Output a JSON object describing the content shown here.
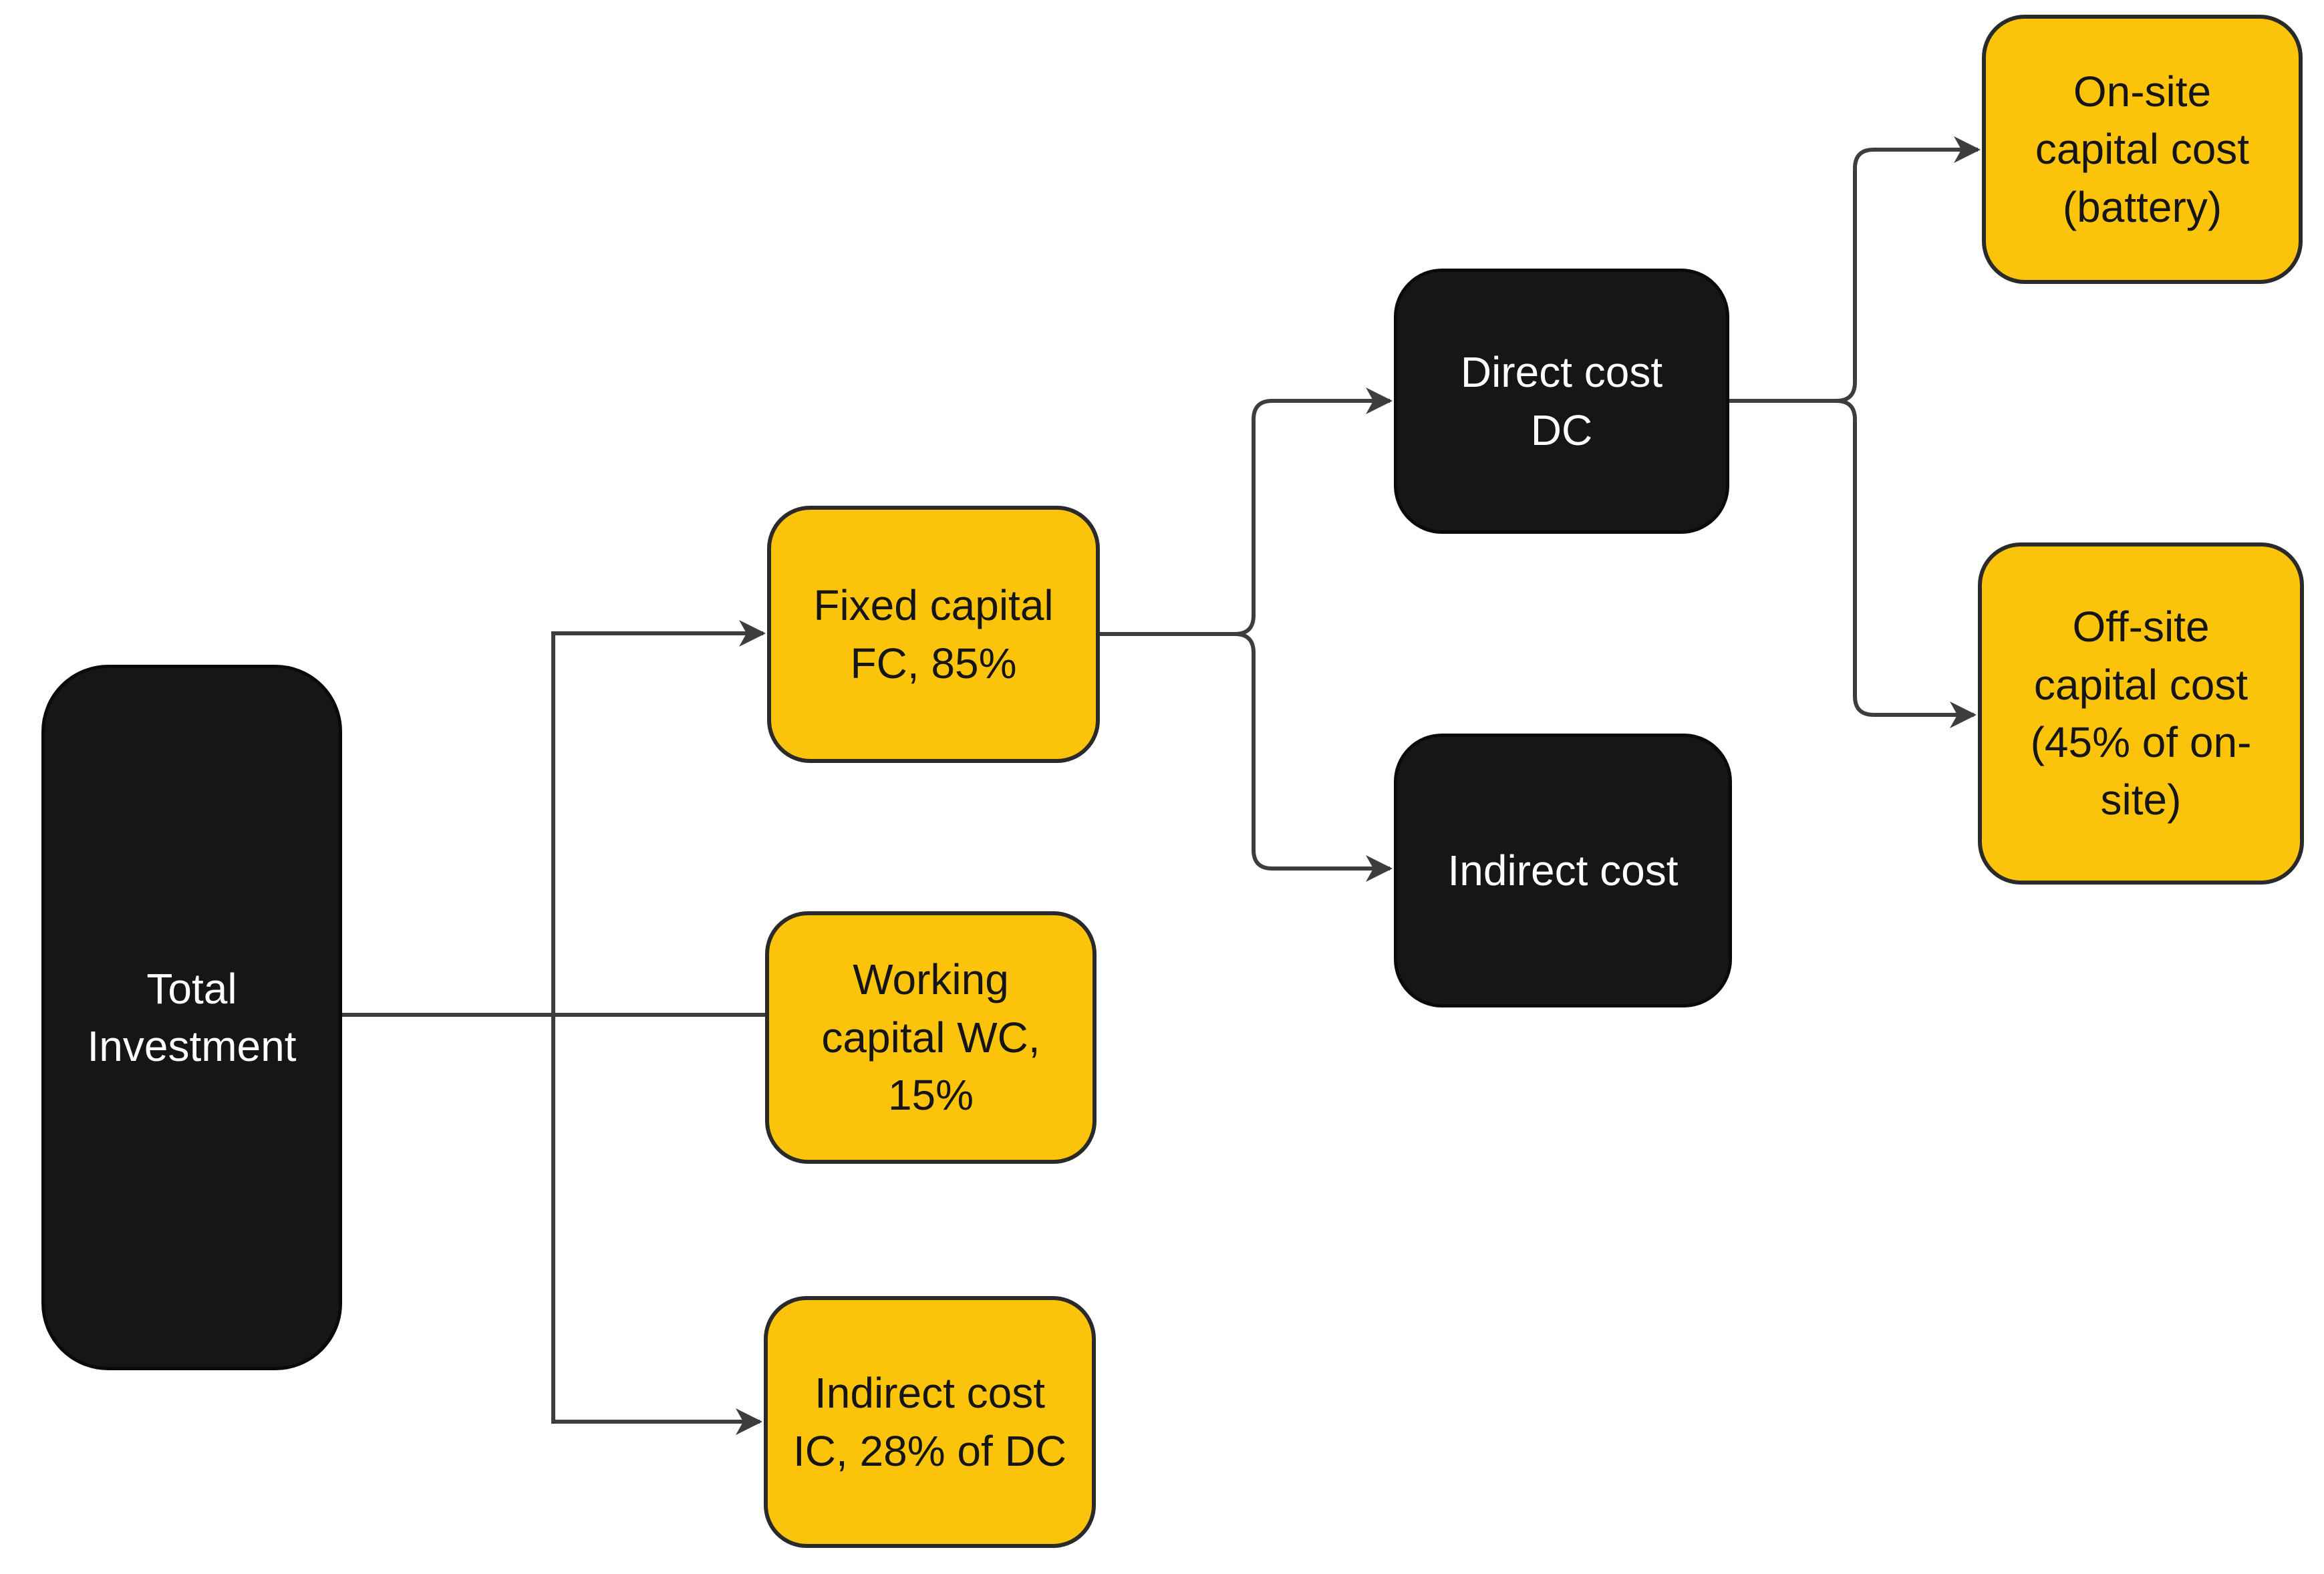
{
  "figure": {
    "type": "flowchart",
    "background": "#ffffff",
    "colors": {
      "node_yellow_fill": "#fcc30b",
      "node_yellow_border": "#2a2a2a",
      "node_black_fill": "#161616",
      "node_black_border": "#0a0a0a",
      "text_on_yellow": "#151515",
      "text_on_black": "#ffffff",
      "connector": "#3d3d3d",
      "background": "#ffffff"
    },
    "nodes": [
      {
        "id": "total-investment",
        "label": "Total\nInvestment",
        "style": "black"
      },
      {
        "id": "fixed-capital",
        "label": "Fixed capital\nFC, 85%",
        "style": "yellow"
      },
      {
        "id": "working-capital",
        "label": "Working\ncapital WC,\n15%",
        "style": "yellow"
      },
      {
        "id": "indirect-cost-ic",
        "label": "Indirect cost\nIC, 28% of DC",
        "style": "yellow"
      },
      {
        "id": "direct-cost-dc",
        "label": "Direct cost\nDC",
        "style": "black"
      },
      {
        "id": "indirect-cost",
        "label": "Indirect cost",
        "style": "black"
      },
      {
        "id": "onsite-capital-cost",
        "label": "On-site\ncapital cost\n(battery)",
        "style": "yellow"
      },
      {
        "id": "offsite-capital-cost",
        "label": "Off-site\ncapital cost\n(45% of on-\nsite)",
        "style": "yellow"
      }
    ],
    "edges": [
      {
        "from": "total-investment",
        "to": "fixed-capital",
        "arrow": true
      },
      {
        "from": "total-investment",
        "to": "working-capital",
        "arrow": false
      },
      {
        "from": "total-investment",
        "to": "indirect-cost-ic",
        "arrow": true
      },
      {
        "from": "fixed-capital",
        "to": "direct-cost-dc",
        "arrow": true
      },
      {
        "from": "fixed-capital",
        "to": "indirect-cost",
        "arrow": true
      },
      {
        "from": "direct-cost-dc",
        "to": "onsite-capital-cost",
        "arrow": true
      },
      {
        "from": "direct-cost-dc",
        "to": "offsite-capital-cost",
        "arrow": true
      }
    ]
  }
}
